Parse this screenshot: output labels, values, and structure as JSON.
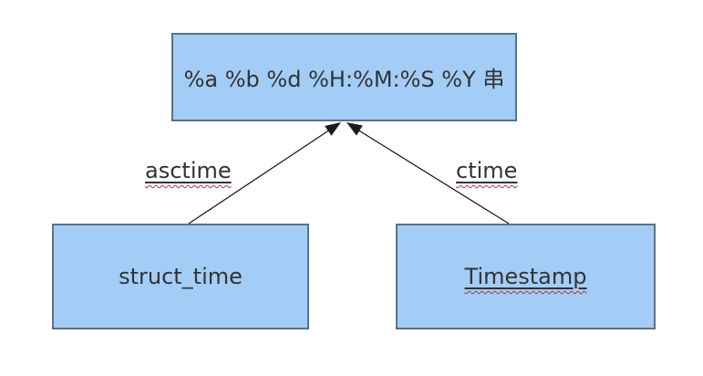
{
  "colors": {
    "node_fill": "#a3cdf7",
    "node_border": "#5f7183",
    "text": "#333333",
    "arrow": "#1a1a1a",
    "spellcheck": "#a63c38",
    "background": "#ffffff"
  },
  "nodes": {
    "format_string": {
      "label": "%a %b %d %H:%M:%S %Y 串"
    },
    "struct_time": {
      "label": "struct_time"
    },
    "timestamp": {
      "label": "Timestamp"
    }
  },
  "edges": {
    "asctime": {
      "label": "asctime",
      "from": "struct_time",
      "to": "format_string"
    },
    "ctime": {
      "label": "ctime",
      "from": "timestamp",
      "to": "format_string"
    }
  }
}
